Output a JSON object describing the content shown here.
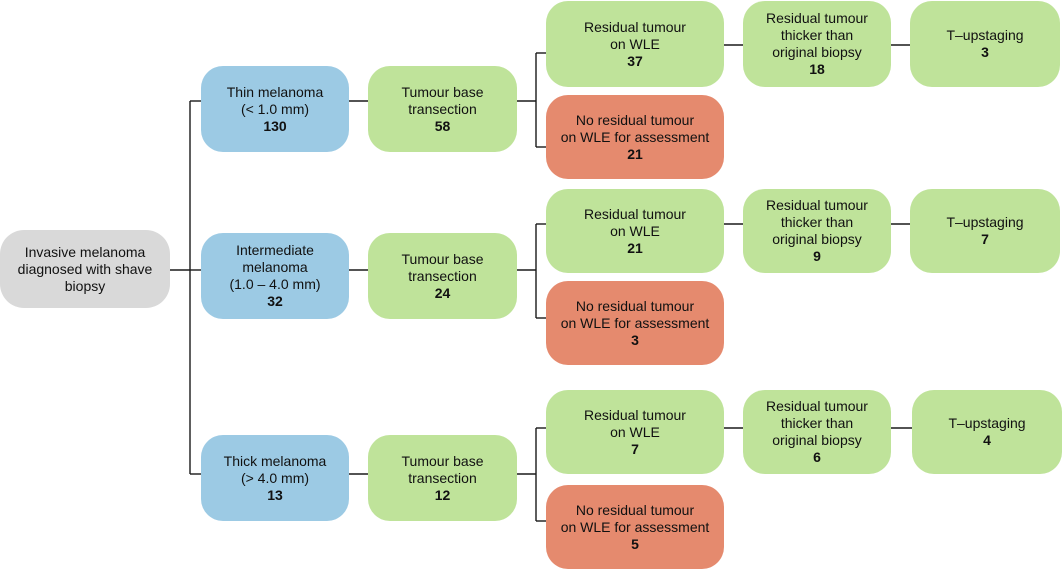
{
  "colors": {
    "root": "#d9d9d9",
    "category": "#9ccae4",
    "finding": "#bfe39a",
    "no_residual": "#e58a6e",
    "connector": "#1a1a1a"
  },
  "root": {
    "lines": [
      "Invasive melanoma",
      "diagnosed with shave",
      "biopsy"
    ]
  },
  "branches": [
    {
      "category": {
        "lines": [
          "Thin melanoma",
          "(< 1.0 mm)"
        ],
        "count": "130"
      },
      "transection": {
        "lines": [
          "Tumour base",
          "transection"
        ],
        "count": "58"
      },
      "residual": {
        "lines": [
          "Residual tumour",
          "on WLE"
        ],
        "count": "37"
      },
      "thicker": {
        "lines": [
          "Residual tumour",
          "thicker than",
          "original biopsy"
        ],
        "count": "18"
      },
      "upstaging": {
        "lines": [
          "T–upstaging"
        ],
        "count": "3"
      },
      "no_residual": {
        "lines": [
          "No residual tumour",
          "on WLE for assessment"
        ],
        "count": "21"
      }
    },
    {
      "category": {
        "lines": [
          "Intermediate",
          "melanoma",
          "(1.0 – 4.0 mm)"
        ],
        "count": "32"
      },
      "transection": {
        "lines": [
          "Tumour base",
          "transection"
        ],
        "count": "24"
      },
      "residual": {
        "lines": [
          "Residual tumour",
          "on WLE"
        ],
        "count": "21"
      },
      "thicker": {
        "lines": [
          "Residual tumour",
          "thicker than",
          "original biopsy"
        ],
        "count": "9"
      },
      "upstaging": {
        "lines": [
          "T–upstaging"
        ],
        "count": "7"
      },
      "no_residual": {
        "lines": [
          "No residual tumour",
          "on WLE for assessment"
        ],
        "count": "3"
      }
    },
    {
      "category": {
        "lines": [
          "Thick melanoma",
          "(> 4.0 mm)"
        ],
        "count": "13"
      },
      "transection": {
        "lines": [
          "Tumour base",
          "transection"
        ],
        "count": "12"
      },
      "residual": {
        "lines": [
          "Residual tumour",
          "on WLE"
        ],
        "count": "7"
      },
      "thicker": {
        "lines": [
          "Residual tumour",
          "thicker than",
          "original biopsy"
        ],
        "count": "6"
      },
      "upstaging": {
        "lines": [
          "T–upstaging"
        ],
        "count": "4"
      },
      "no_residual": {
        "lines": [
          "No residual tumour",
          "on WLE for assessment"
        ],
        "count": "5"
      }
    }
  ]
}
